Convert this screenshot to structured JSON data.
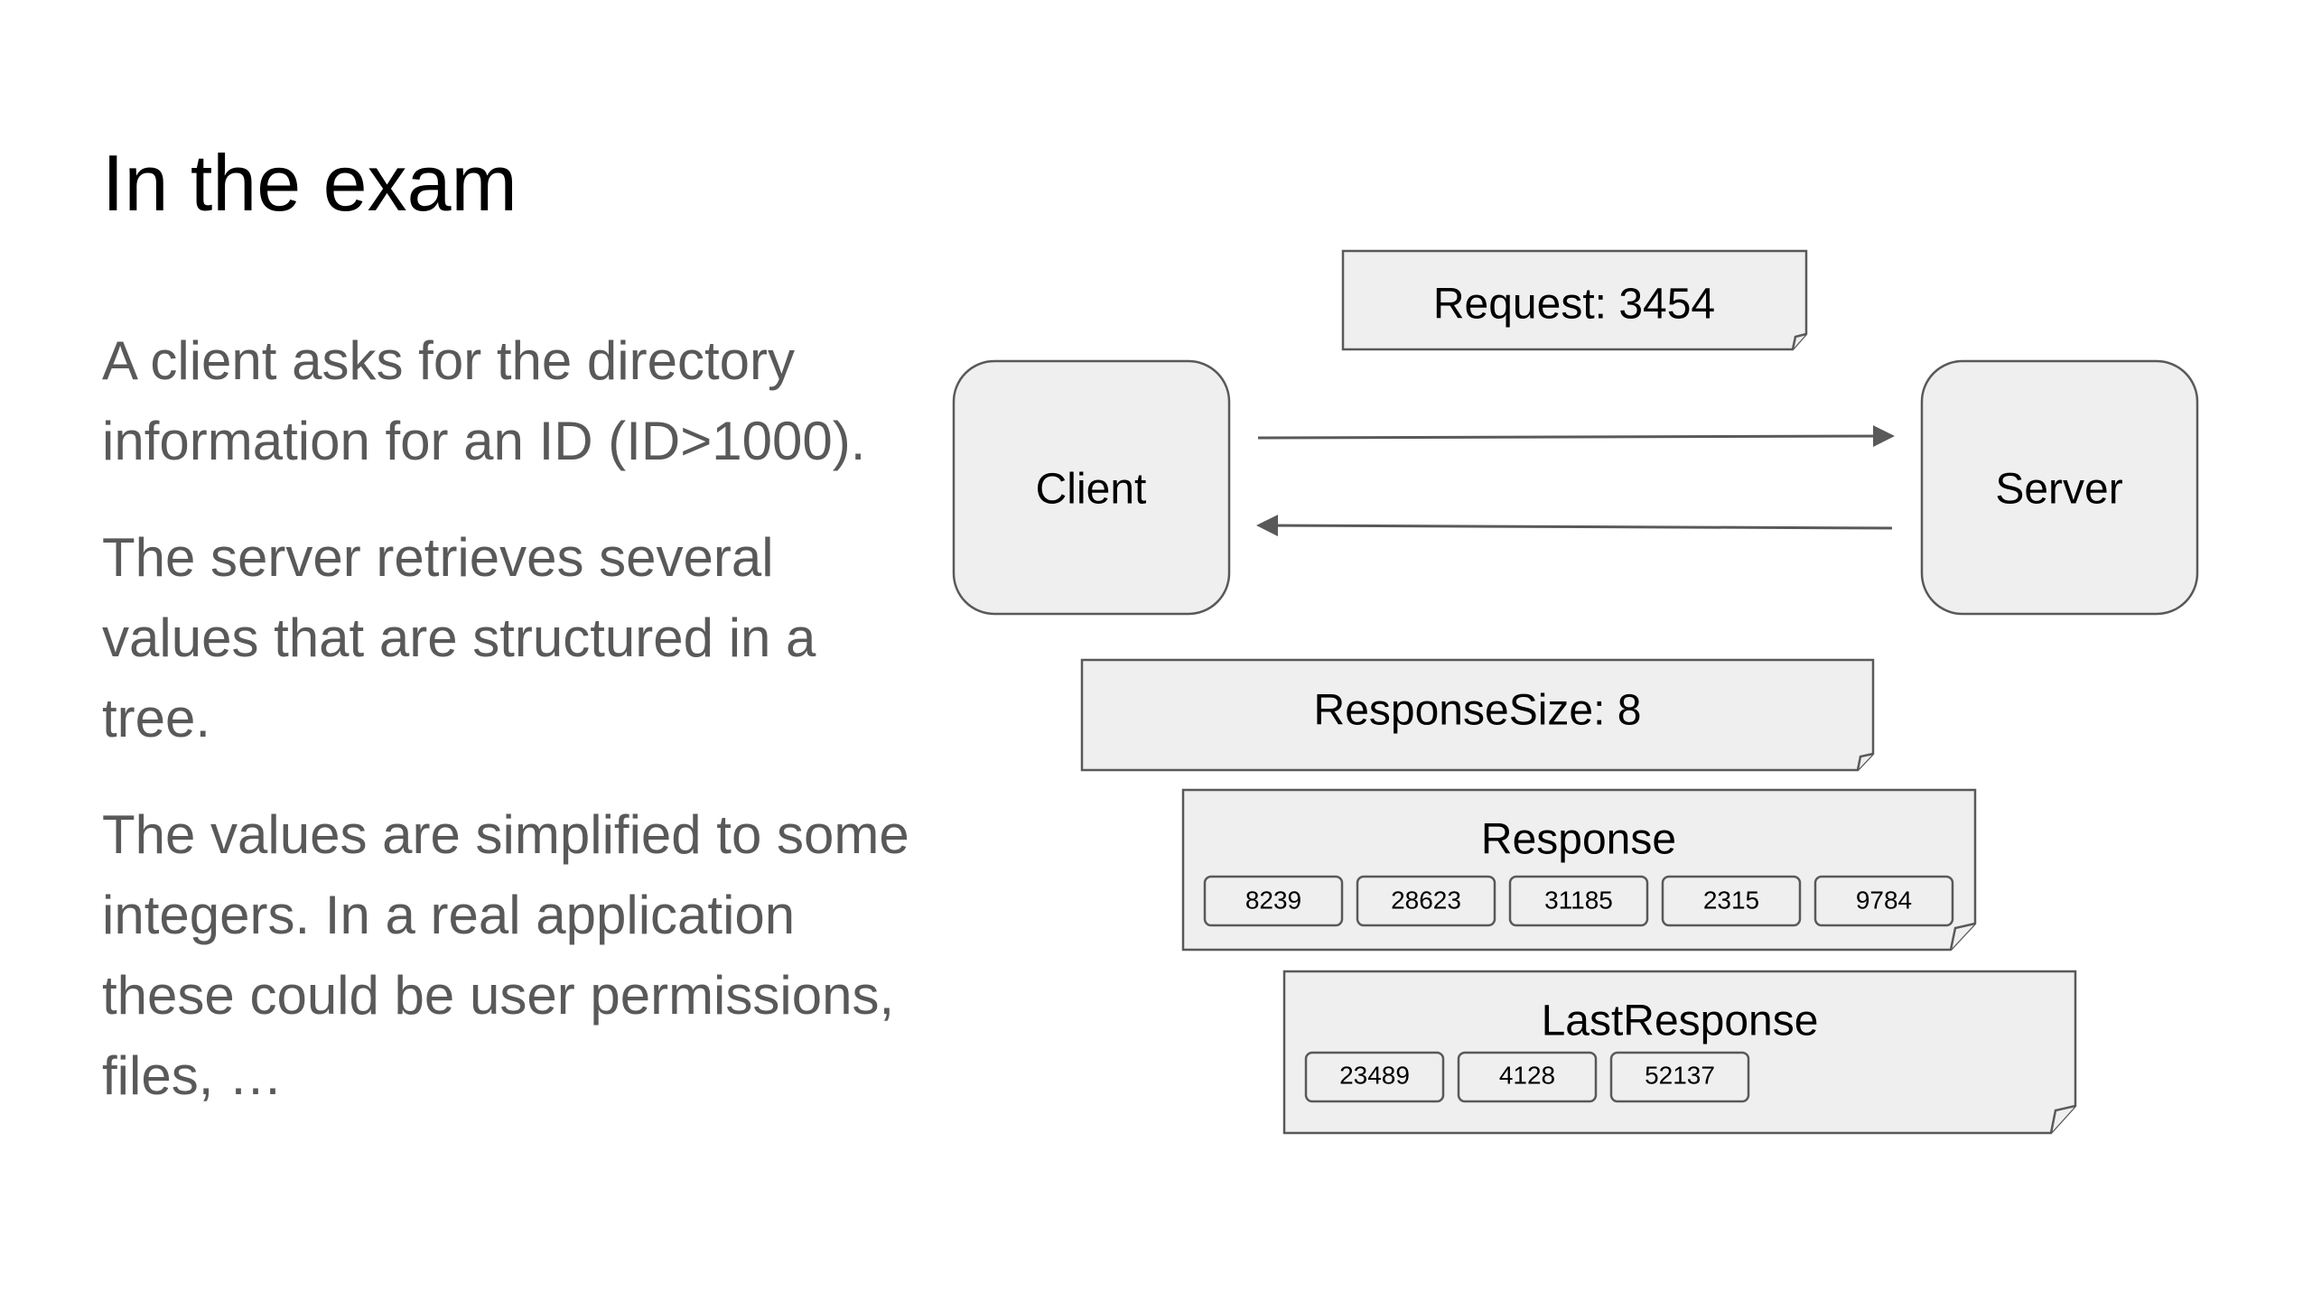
{
  "slide": {
    "title": "In the exam",
    "paragraphs": [
      "A client asks for the directory information for an ID (ID>1000).",
      "The server retrieves several values that are structured in a tree.",
      "The values are simplified to some integers. In a real application these could be user permissions, files, …"
    ]
  },
  "diagram": {
    "client_label": "Client",
    "server_label": "Server",
    "request_label": "Request: 3454",
    "response_size_label": "ResponseSize: 8",
    "response": {
      "label": "Response",
      "values": [
        "8239",
        "28623",
        "31185",
        "2315",
        "9784"
      ]
    },
    "last_response": {
      "label": "LastResponse",
      "values": [
        "23489",
        "4128",
        "52137"
      ]
    }
  }
}
